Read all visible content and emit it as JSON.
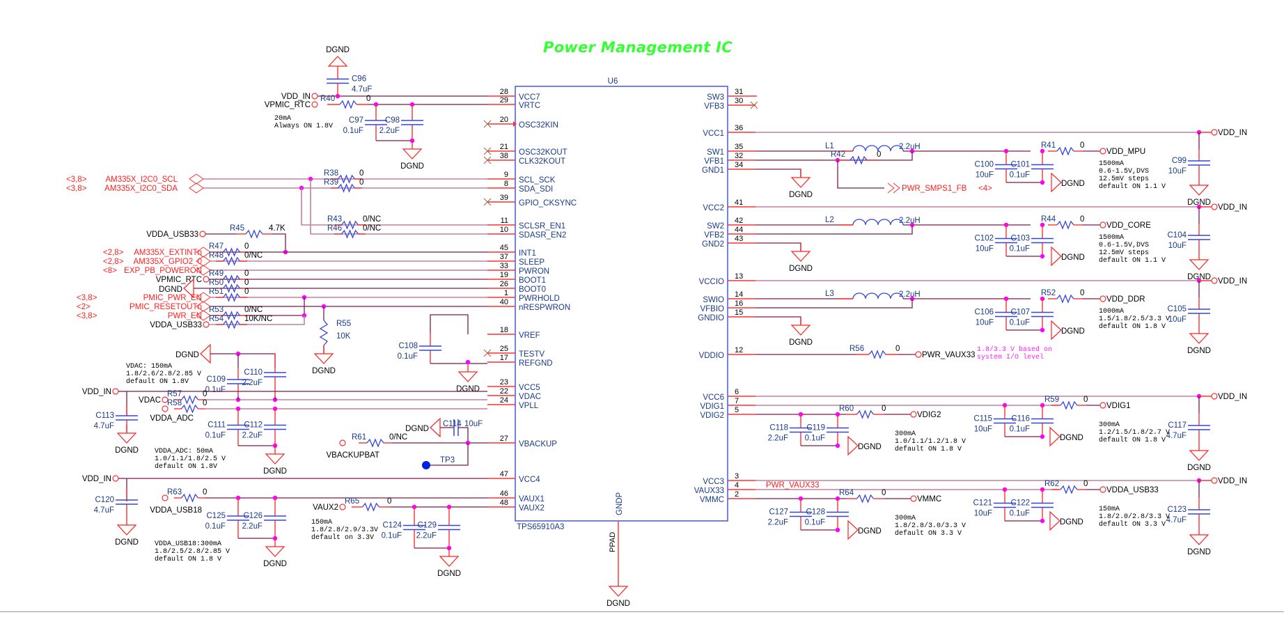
{
  "title": "Power Management IC",
  "ic": {
    "ref": "U6",
    "part": "TPS65910A3",
    "left_pins": [
      {
        "num": "28",
        "name": "VCC7"
      },
      {
        "num": "29",
        "name": "VRTC"
      },
      {
        "num": "20",
        "name": "OSC32KIN"
      },
      {
        "num": "21",
        "name": "OSC32KOUT"
      },
      {
        "num": "38",
        "name": "CLK32KOUT"
      },
      {
        "num": "9",
        "name": "SCL_SCK"
      },
      {
        "num": "8",
        "name": "SDA_SDI"
      },
      {
        "num": "39",
        "name": "GPIO_CKSYNC"
      },
      {
        "num": "11",
        "name": "SCLSR_EN1"
      },
      {
        "num": "10",
        "name": "SDASR_EN2"
      },
      {
        "num": "45",
        "name": "INT1"
      },
      {
        "num": "37",
        "name": "SLEEP"
      },
      {
        "num": "33",
        "name": "PWRON"
      },
      {
        "num": "19",
        "name": "BOOT1"
      },
      {
        "num": "26",
        "name": "BOOT0"
      },
      {
        "num": "1",
        "name": "PWRHOLD"
      },
      {
        "num": "40",
        "name": "nRESPWRON"
      },
      {
        "num": "18",
        "name": "VREF"
      },
      {
        "num": "25",
        "name": "TESTV"
      },
      {
        "num": "17",
        "name": "REFGND"
      },
      {
        "num": "23",
        "name": "VCC5"
      },
      {
        "num": "22",
        "name": "VDAC"
      },
      {
        "num": "24",
        "name": "VPLL"
      },
      {
        "num": "27",
        "name": "VBACKUP"
      },
      {
        "num": "47",
        "name": "VCC4"
      },
      {
        "num": "46",
        "name": "VAUX1"
      },
      {
        "num": "48",
        "name": "VAUX2"
      }
    ],
    "right_pins": [
      {
        "num": "31",
        "name": "SW3"
      },
      {
        "num": "30",
        "name": "VFB3"
      },
      {
        "num": "36",
        "name": "VCC1"
      },
      {
        "num": "35",
        "name": "SW1"
      },
      {
        "num": "32",
        "name": "VFB1"
      },
      {
        "num": "34",
        "name": "GND1"
      },
      {
        "num": "41",
        "name": "VCC2"
      },
      {
        "num": "42",
        "name": "SW2"
      },
      {
        "num": "44",
        "name": "VFB2"
      },
      {
        "num": "43",
        "name": "GND2"
      },
      {
        "num": "13",
        "name": "VCCIO"
      },
      {
        "num": "14",
        "name": "SWIO"
      },
      {
        "num": "16",
        "name": "VFBIO"
      },
      {
        "num": "15",
        "name": "GNDIO"
      },
      {
        "num": "12",
        "name": "VDDIO"
      },
      {
        "num": "6",
        "name": "VCC6"
      },
      {
        "num": "7",
        "name": "VDIG1"
      },
      {
        "num": "5",
        "name": "VDIG2"
      },
      {
        "num": "3",
        "name": "VCC3"
      },
      {
        "num": "4",
        "name": "VAUX33"
      },
      {
        "num": "2",
        "name": "VMMC"
      }
    ],
    "bottom_pin": {
      "num": "PPAD",
      "name": "GNDP"
    }
  },
  "ground_label": "DGND",
  "left_signals": [
    {
      "ref": "<3,8>",
      "net": "AM335X_I2C0_SCL"
    },
    {
      "ref": "<3,8>",
      "net": "AM335X_I2C0_SDA"
    },
    {
      "ref": "<2,8>",
      "net": "AM335X_EXTINTn"
    },
    {
      "ref": "<2,8>",
      "net": "AM335X_GPIO2_0"
    },
    {
      "ref": "<8>",
      "net": "EXP_PB_POWERON"
    },
    {
      "ref": "<3,8>",
      "net": "PMIC_PWR_EN"
    },
    {
      "ref": "<2>",
      "net": "PMIC_RESETOUTn"
    },
    {
      "ref": "<3,8>",
      "net": "PWR_EN"
    }
  ],
  "power_ports": {
    "vdd_in": "VDD_IN",
    "vpmic_rtc": "VPMIC_RTC",
    "vdda_usb33": "VDDA_USB33",
    "vdac": "VDAC",
    "vdda_adc": "VDDA_ADC",
    "vbackupbat": "VBACKUPBAT",
    "vdda_usb18": "VDDA_USB18",
    "vaux2": "VAUX2",
    "vdd_mpu": "VDD_MPU",
    "vdd_core": "VDD_CORE",
    "vdd_ddr": "VDD_DDR",
    "pwr_vaux33": "PWR_VAUX33",
    "vdig1": "VDIG1",
    "vdig2": "VDIG2",
    "vmmc": "VMMC",
    "pwr_smps1_fb": "PWR_SMPS1_FB",
    "pwr_smps1_fb_ref": "<4>",
    "tp3": "TP3"
  },
  "resistors": {
    "R40": "0",
    "R38": "0",
    "R39": "0",
    "R43": "0/NC",
    "R46": "0/NC",
    "R45": "4.7K",
    "R47": "0",
    "R48": "0/NC",
    "R49": "0",
    "R50": "0",
    "R51": "0",
    "R53": "0/NC",
    "R54": "10K/NC",
    "R55": "10K",
    "R57": "0",
    "R58": "0",
    "R61": "0/NC",
    "R63": "0",
    "R65": "0",
    "R41": "0",
    "R42": "0",
    "R44": "0",
    "R52": "0",
    "R56": "0",
    "R59": "0",
    "R60": "0",
    "R62": "0",
    "R64": "0"
  },
  "capacitors": {
    "C96": "4.7uF",
    "C97": "0.1uF",
    "C98": "2.2uF",
    "C108": "0.1uF",
    "C109": "0.1uF",
    "C110": "2.2uF",
    "C113": "4.7uF",
    "C111": "0.1uF",
    "C112": "2.2uF",
    "C114": "10uF",
    "C120": "4.7uF",
    "C125": "0.1uF",
    "C126": "2.2uF",
    "C124": "0.1uF",
    "C129": "2.2uF",
    "C99": "10uF",
    "C100": "10uF",
    "C101": "0.1uF",
    "C104": "10uF",
    "C102": "10uF",
    "C103": "0.1uF",
    "C105": "10uF",
    "C106": "10uF",
    "C107": "0.1uF",
    "C115": "10uF",
    "C116": "0.1uF",
    "C117": "4.7uF",
    "C118": "2.2uF",
    "C119": "0.1uF",
    "C121": "10uF",
    "C122": "0.1uF",
    "C123": "4.7uF",
    "C127": "2.2uF",
    "C128": "0.1uF"
  },
  "inductors": {
    "L1": "2.2uH",
    "L2": "2.2uH",
    "L3": "2.2uH"
  },
  "notes": {
    "vrtc": [
      "20mA",
      "Always ON 1.8V"
    ],
    "vdac": [
      "VDAC: 150mA",
      "1.8/2.6/2.8/2.85  V",
      "default ON 1.8V"
    ],
    "vdda_adc": [
      "VDDA_ADC: 50mA",
      "1.0/1.1/1.8/2.5 V",
      "default ON 1.8V"
    ],
    "vdda_usb18": [
      "VDDA_USB18:300mA",
      "1.8/2.5/2.8/2.85 V",
      "default ON 1.8 V"
    ],
    "vaux2": [
      "150mA",
      "1.8/2.8/2.9/3.3V",
      "default on 3.3V"
    ],
    "vdd_mpu": [
      "1500mA",
      "0.6-1.5V,DVS",
      "12.5mV steps",
      "default ON 1.1 V"
    ],
    "vdd_core": [
      "1500mA",
      "0.6-1.5V,DVS",
      "12.5mV steps",
      "default ON 1.1 V"
    ],
    "vdd_ddr": [
      "1000mA",
      "1.5/1.8/2.5/3.3 V",
      "default ON 1.8 V"
    ],
    "vddio": [
      "1.8/3.3 V based on",
      "system I/O level"
    ],
    "vdig2": [
      "300mA",
      "1.0/1.1/1.2/1.8 V",
      "default ON 1.8 V"
    ],
    "vdig1": [
      "300mA",
      "1.2/1.5/1.8/2.7 V",
      "default ON 1.8 V"
    ],
    "vmmc": [
      "300mA",
      "1.8/2.8/3.0/3.3 V",
      "default ON 3.3 V"
    ],
    "vdda_usb33": [
      "150mA",
      "1.8/2.0/2.8/3.3 V",
      "default ON 3.3 V"
    ]
  },
  "colors": {
    "wire": "#7a1a4a",
    "wire_light": "#c080a0",
    "pin": "#ff3030",
    "component": "#3344dd",
    "ic_outline": "#4455ee",
    "junction": "#ff00ff",
    "ground": "#ff2020",
    "signal_text": "#ff2020",
    "title": "#33ff33",
    "note_pink": "#ff22ff",
    "testpoint": "#0022dd"
  }
}
